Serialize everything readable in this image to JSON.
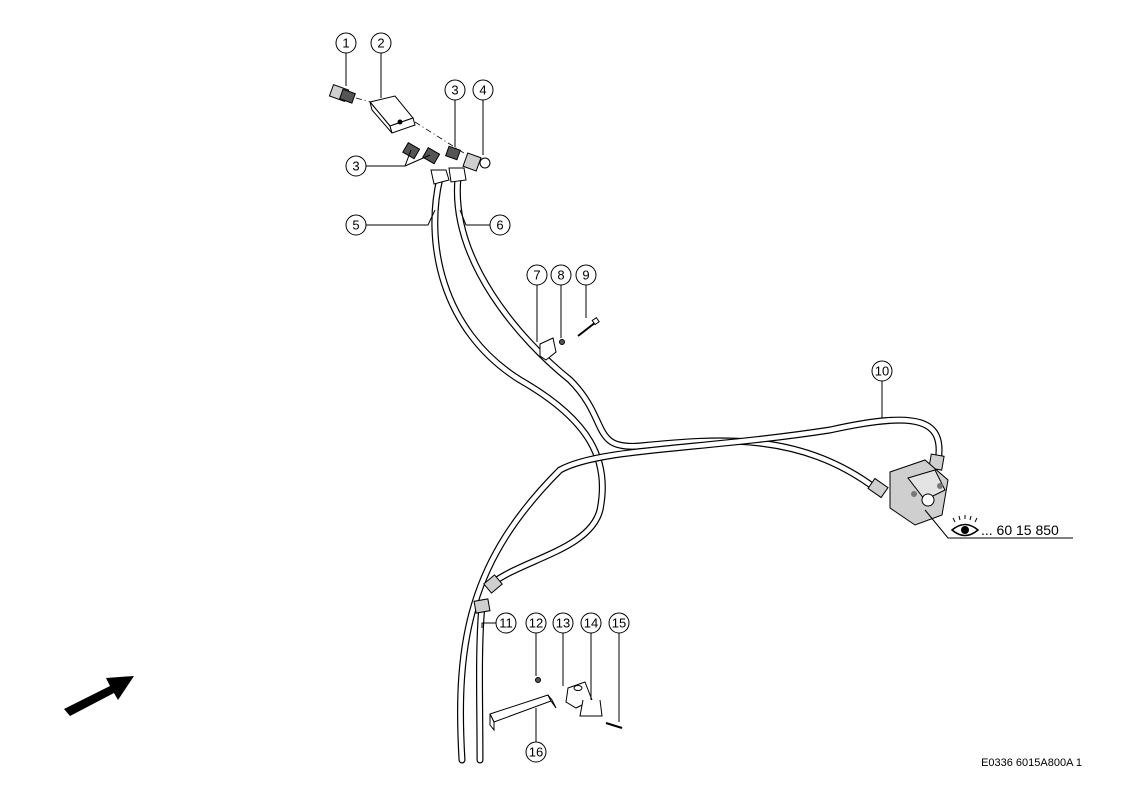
{
  "diagram": {
    "callouts": [
      {
        "id": "callout-1",
        "label": "1"
      },
      {
        "id": "callout-2",
        "label": "2"
      },
      {
        "id": "callout-3a",
        "label": "3"
      },
      {
        "id": "callout-4",
        "label": "4"
      },
      {
        "id": "callout-3b",
        "label": "3"
      },
      {
        "id": "callout-5",
        "label": "5"
      },
      {
        "id": "callout-6",
        "label": "6"
      },
      {
        "id": "callout-7",
        "label": "7"
      },
      {
        "id": "callout-8",
        "label": "8"
      },
      {
        "id": "callout-9",
        "label": "9"
      },
      {
        "id": "callout-10",
        "label": "10"
      },
      {
        "id": "callout-11",
        "label": "11"
      },
      {
        "id": "callout-12",
        "label": "12"
      },
      {
        "id": "callout-13",
        "label": "13"
      },
      {
        "id": "callout-14",
        "label": "14"
      },
      {
        "id": "callout-15",
        "label": "15"
      },
      {
        "id": "callout-16",
        "label": "16"
      }
    ],
    "cross_reference": "... 60 15 850",
    "drawing_id": "E0336 6015A800A 1",
    "icons": [
      "eye-icon",
      "direction-arrow-icon"
    ],
    "colors": {
      "line": "#000000",
      "background": "#ffffff"
    }
  }
}
